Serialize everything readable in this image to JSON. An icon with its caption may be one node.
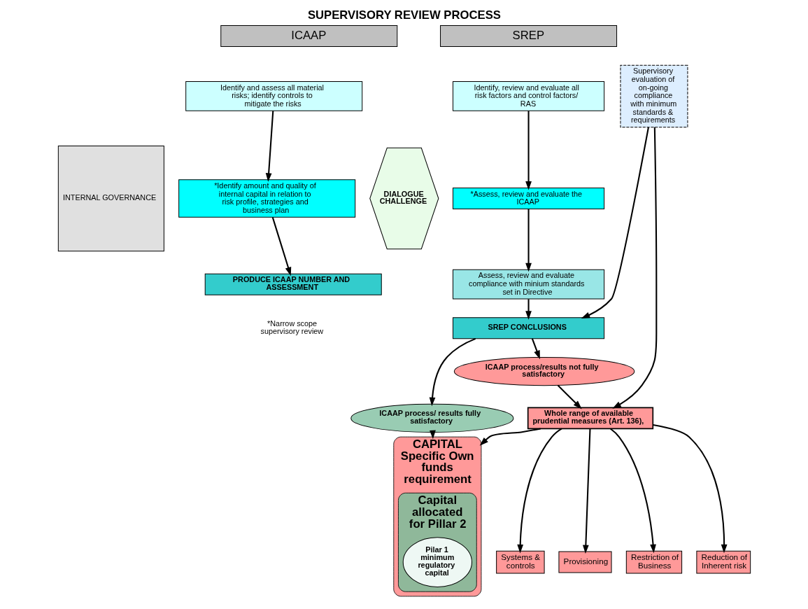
{
  "diagram": {
    "title": "SUPERVISORY REVIEW PROCESS",
    "nodes": [
      {
        "text": [
          "INTERNAL GOVERNANCE"
        ]
      },
      {
        "text": [
          "ICAAP"
        ]
      },
      {
        "text": [
          "Identify and assess all material risks; identify controls to mitigate the risks"
        ]
      },
      {
        "text": [
          "*Identify amount and quality of internal capital in relation to risk profile, strategies and business plan"
        ]
      },
      {
        "text": [
          "PRODUCE ICAAP NUMBER AND ASSESSMENT"
        ]
      },
      {
        "text": [
          "DIALOGUE",
          "CHALLENGE"
        ]
      },
      {
        "text": [
          "SREP"
        ]
      },
      {
        "text": [
          "Identify, review and evaluate all risk factors and control factors/ RAS"
        ]
      },
      {
        "text": [
          "*Assess, review and evaluate the ICAAP"
        ]
      },
      {
        "text": [
          "Assess, review and evaluate compliance with minium standards set in Directive"
        ]
      },
      {
        "text": [
          "Supervisory evaluation of on-going compliance with minimum standards & requirements"
        ]
      },
      {
        "text": [
          "SREP CONCLUSIONS"
        ]
      },
      {
        "text": [
          "ICAAP process/ results fully satisfactory"
        ]
      },
      {
        "text": [
          "ICAAP process/results not fully satisfactory"
        ]
      },
      {
        "text": [
          "Whole range of available prudential measures (Art. 136),"
        ]
      },
      {
        "text": [
          "CAPITAL",
          "Specific Own funds requirement"
        ]
      },
      {
        "text": [
          "Capital allocated for Pillar 2"
        ],
        "in": 15
      },
      {
        "text": [
          "Pilar 1 minimum regulatory capital"
        ],
        "in": 16
      },
      {
        "text": [
          "Systems & controls"
        ]
      },
      {
        "text": [
          "Provisioning"
        ]
      },
      {
        "text": [
          "Restriction of Business"
        ]
      },
      {
        "text": [
          "Reduction of Inherent risk"
        ]
      }
    ],
    "edges": [
      {
        "from": 2,
        "to": 3,
        "arrow": "to"
      },
      {
        "from": 3,
        "to": 4,
        "arrow": "to"
      },
      {
        "from": 7,
        "to": 8,
        "arrow": "to"
      },
      {
        "from": 8,
        "to": 9,
        "arrow": "to"
      },
      {
        "from": 9,
        "to": 11,
        "arrow": "to"
      },
      {
        "from": 10,
        "to": 11,
        "arrow": "to"
      },
      {
        "from": 10,
        "to": 14,
        "arrow": "to"
      },
      {
        "from": 11,
        "to": 12,
        "arrow": "to"
      },
      {
        "from": 11,
        "to": 13,
        "arrow": "to"
      },
      {
        "from": 12,
        "to": 15,
        "arrow": "to"
      },
      {
        "from": 13,
        "to": 14,
        "arrow": "to"
      },
      {
        "from": 14,
        "to": 18,
        "arrow": "to"
      },
      {
        "from": 14,
        "to": 19,
        "arrow": "to"
      },
      {
        "from": 14,
        "to": 20,
        "arrow": "to"
      },
      {
        "from": 14,
        "to": 21,
        "arrow": "to"
      },
      {
        "from": 14,
        "to": 15,
        "arrow": "to"
      }
    ],
    "labels": [
      "*Narrow scope supervisory review"
    ]
  }
}
